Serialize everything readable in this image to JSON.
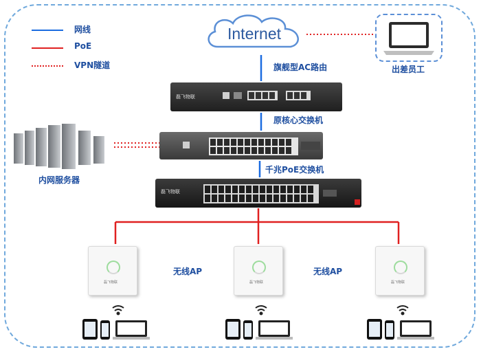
{
  "legend": [
    {
      "label": "网线",
      "color": "#1a6be0",
      "style": "solid"
    },
    {
      "label": "PoE",
      "color": "#e02020",
      "style": "solid"
    },
    {
      "label": "VPN隧道",
      "color": "#e02020",
      "style": "dotted"
    }
  ],
  "nodes": {
    "internet": "Internet",
    "ac_router": "旗舰型AC路由",
    "core_switch": "原核心交换机",
    "poe_switch": "千兆PoE交换机",
    "servers": "内网服务器",
    "remote": "出差员工",
    "ap_left": "无线AP",
    "ap_middle": "无线AP"
  },
  "brand_text": "磊飞物联",
  "colors": {
    "ethernet": "#1a6be0",
    "poe": "#e02020",
    "frame": "#6fa8dc",
    "label": "#1f4fa0"
  },
  "icons": [
    "cloud-icon",
    "laptop-icon",
    "router-icon",
    "switch-icon",
    "server-rack-icon",
    "access-point-icon",
    "wifi-icon",
    "tablet-icon",
    "phone-icon"
  ]
}
